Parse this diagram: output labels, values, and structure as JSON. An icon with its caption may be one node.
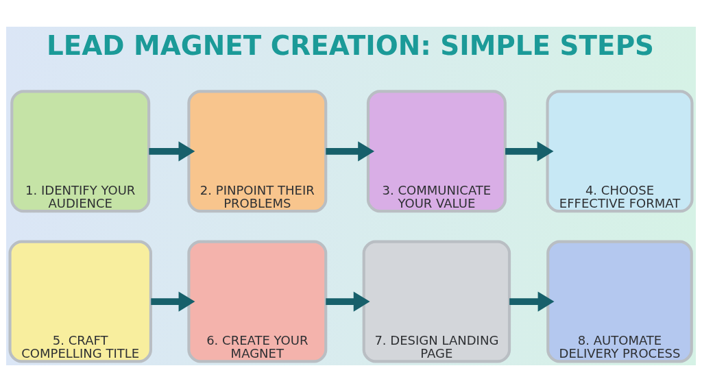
{
  "diagram": {
    "title": "LEAD MAGNET CREATION: SIMPLE STEPS",
    "nodes": [
      {
        "text": [
          "1. IDENTIFY YOUR AUDIENCE"
        ]
      },
      {
        "text": [
          "2. PINPOINT THEIR PROBLEMS"
        ]
      },
      {
        "text": [
          "3. COMMUNICATE YOUR VALUE"
        ]
      },
      {
        "text": [
          "4. CHOOSE EFFECTIVE FORMAT"
        ]
      },
      {
        "text": [
          "5. CRAFT COMPELLING TITLE"
        ]
      },
      {
        "text": [
          "6. CREATE YOUR MAGNET"
        ]
      },
      {
        "text": [
          "7. DESIGN LANDING PAGE"
        ]
      },
      {
        "text": [
          "8. AUTOMATE DELIVERY PROCESS"
        ]
      }
    ],
    "edges": [
      {
        "from": 0,
        "to": 1,
        "arrow": "to"
      },
      {
        "from": 1,
        "to": 2,
        "arrow": "to"
      },
      {
        "from": 2,
        "to": 3,
        "arrow": "to"
      },
      {
        "from": 4,
        "to": 5,
        "arrow": "to"
      },
      {
        "from": 5,
        "to": 6,
        "arrow": "to"
      },
      {
        "from": 6,
        "to": 7,
        "arrow": "to"
      }
    ]
  }
}
